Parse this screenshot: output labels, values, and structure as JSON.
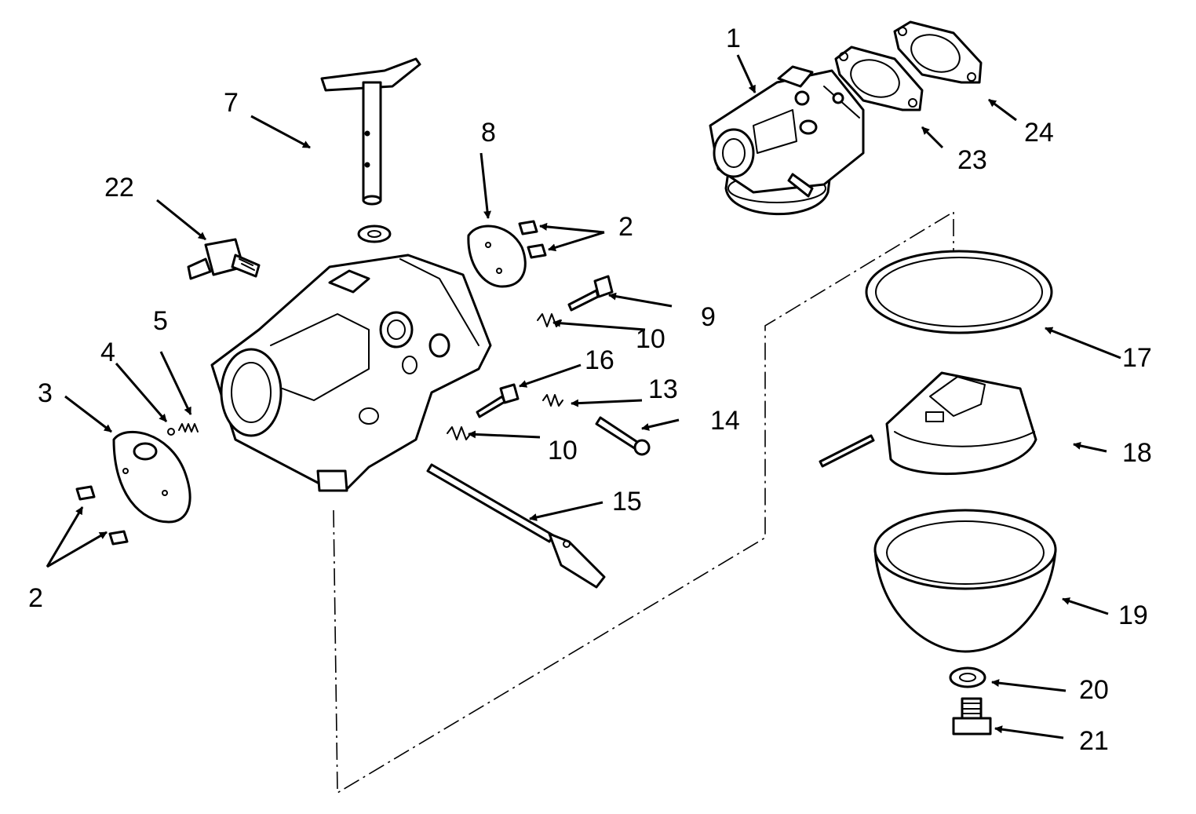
{
  "callouts": {
    "c1": "1",
    "c2a": "2",
    "c2b": "2",
    "c3": "3",
    "c4": "4",
    "c5": "5",
    "c7": "7",
    "c8": "8",
    "c9": "9",
    "c10a": "10",
    "c10b": "10",
    "c13": "13",
    "c14": "14",
    "c15": "15",
    "c16": "16",
    "c17": "17",
    "c18": "18",
    "c19": "19",
    "c20": "20",
    "c21": "21",
    "c22": "22",
    "c23": "23",
    "c24": "24"
  },
  "colors": {
    "ink": "#000000",
    "paper": "#ffffff"
  }
}
